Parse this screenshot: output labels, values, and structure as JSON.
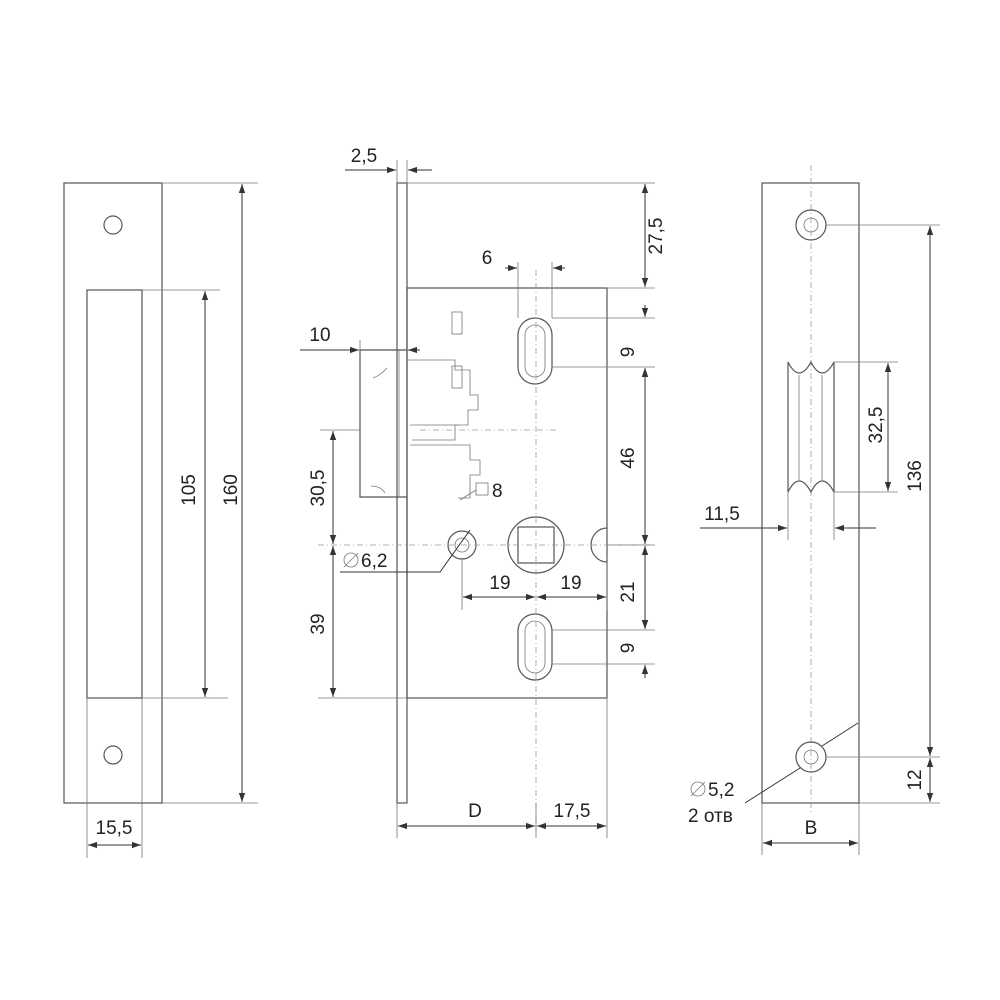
{
  "strike_plate": {
    "dims": {
      "inner_length": "105",
      "total_length": "160",
      "width": "15,5"
    }
  },
  "lock_body": {
    "dims": {
      "faceplate_thickness": "2,5",
      "top_offset": "27,5",
      "slot_width": "6",
      "latch_projection": "10",
      "slot_height_top": "9",
      "slot_spacing": "46",
      "latch_to_spindle": "30,5",
      "square_spindle": "8",
      "hole_diameter": "6,2",
      "spindle_left": "19",
      "spindle_right": "19",
      "spindle_to_slot": "21",
      "spindle_to_bottom": "39",
      "slot_height_bottom": "9",
      "backset": "D",
      "center_to_back": "17,5"
    }
  },
  "faceplate": {
    "dims": {
      "groove_length": "32,5",
      "hole_spacing": "136",
      "groove_offset": "11,5",
      "hole_from_bottom": "12",
      "width": "B",
      "hole_diameter": "5,2",
      "hole_count": "2 отв"
    }
  },
  "colors": {
    "line": "#555555",
    "dimension": "#333333",
    "text": "#222222",
    "background": "#ffffff"
  }
}
